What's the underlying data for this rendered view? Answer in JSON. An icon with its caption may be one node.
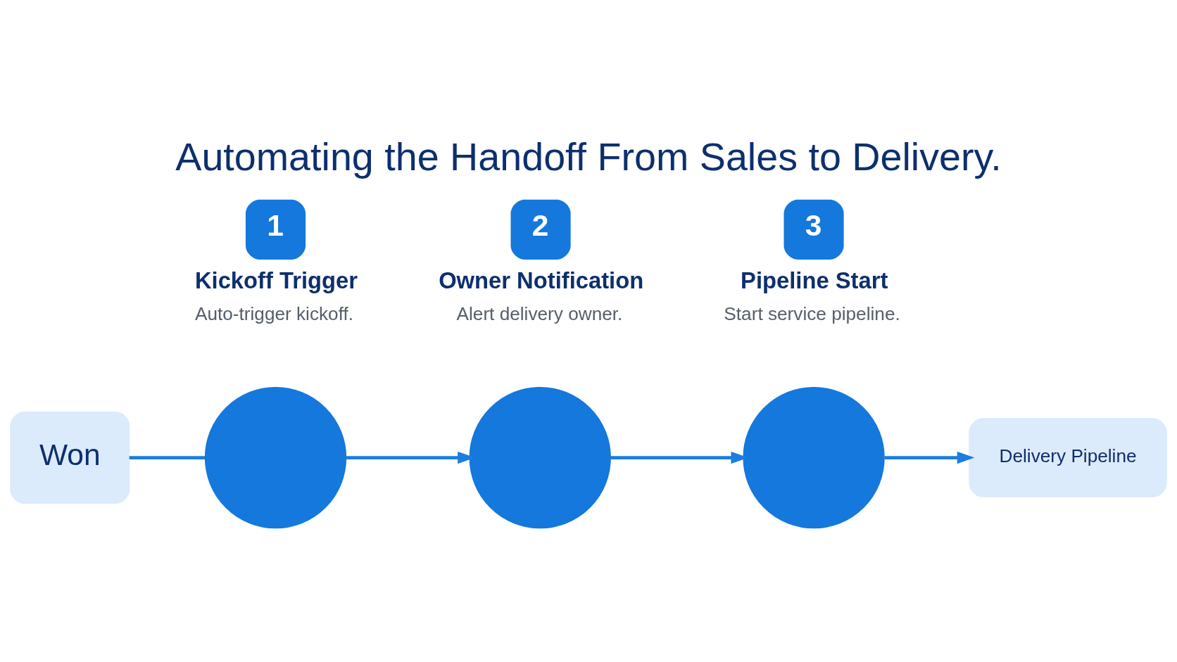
{
  "diagram": {
    "title": "Automating the Handoff From Sales to Delivery.",
    "nodes": [
      {
        "text": [
          "Won"
        ]
      },
      {
        "text": [],
        "shape": "circle"
      },
      {
        "text": [],
        "shape": "circle"
      },
      {
        "text": [],
        "shape": "circle"
      },
      {
        "text": [
          "Delivery Pipeline"
        ]
      },
      {
        "text": [
          "1"
        ],
        "beside": [
          "Kickoff Trigger",
          "Auto-trigger kickoff."
        ]
      },
      {
        "text": [
          "2"
        ],
        "beside": [
          "Owner Notification",
          "Alert delivery owner."
        ]
      },
      {
        "text": [
          "3"
        ],
        "beside": [
          "Pipeline Start",
          "Start service pipeline."
        ]
      }
    ],
    "edges": [
      {
        "from": 0,
        "to": 1,
        "arrow": "none"
      },
      {
        "from": 1,
        "to": 2,
        "arrow": "to"
      },
      {
        "from": 2,
        "to": 3,
        "arrow": "to"
      },
      {
        "from": 3,
        "to": 4,
        "arrow": "to"
      }
    ]
  }
}
